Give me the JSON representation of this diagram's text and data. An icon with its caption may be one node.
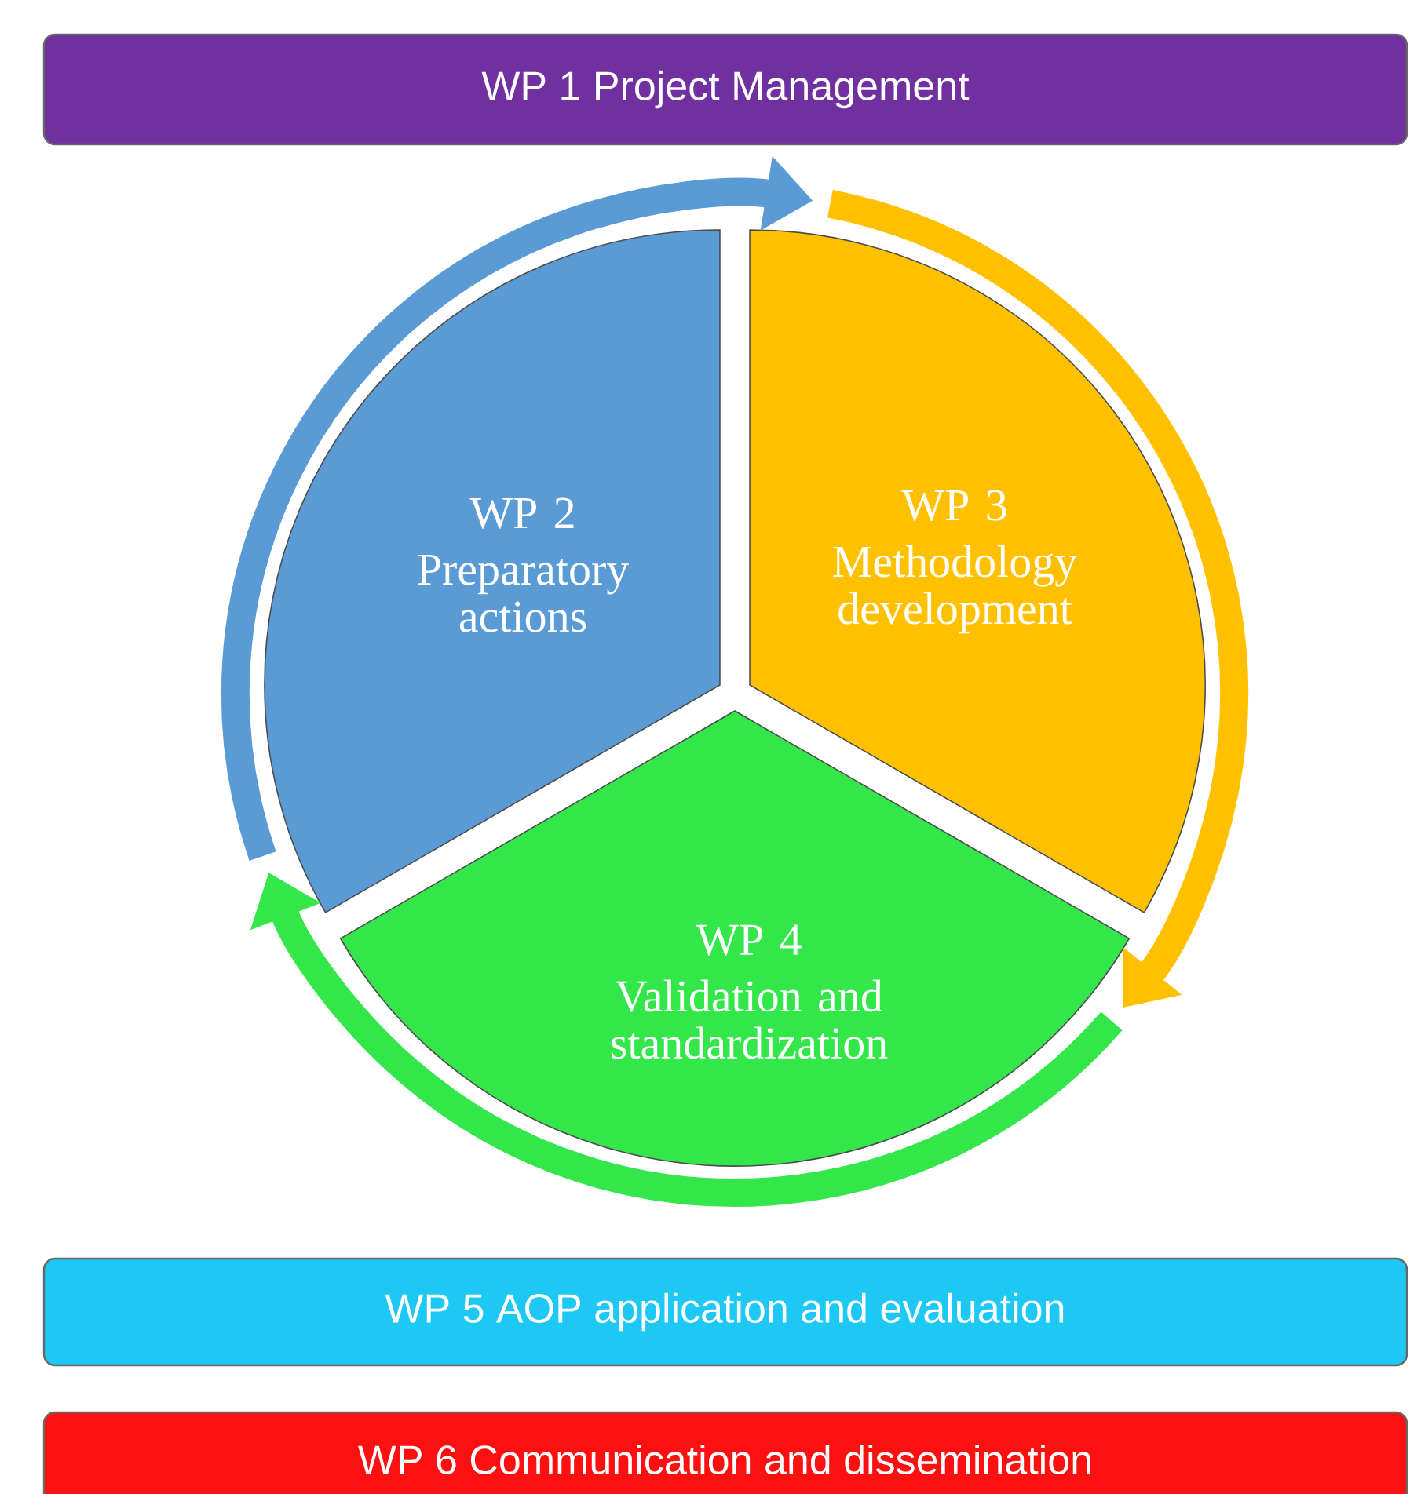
{
  "diagram": {
    "nodes": [
      {
        "text": [
          "WP 1 Project Management"
        ]
      },
      {
        "text": [
          "WP 2",
          "Preparatory actions"
        ]
      },
      {
        "text": [
          "WP 3",
          "Methodology development"
        ]
      },
      {
        "text": [
          "WP 4",
          "Validation and standardization"
        ]
      },
      {
        "text": [
          "WP 5 AOP application and evaluation"
        ]
      },
      {
        "text": [
          "WP 6 Communication and dissemination"
        ]
      }
    ],
    "edges": [
      {
        "from": 1,
        "to": 2,
        "arrow": "to",
        "color": "#5b9bd5"
      },
      {
        "from": 2,
        "to": 3,
        "arrow": "to",
        "color": "#ffc000"
      },
      {
        "from": 3,
        "to": 1,
        "arrow": "to",
        "color": "#33e64a"
      }
    ]
  }
}
